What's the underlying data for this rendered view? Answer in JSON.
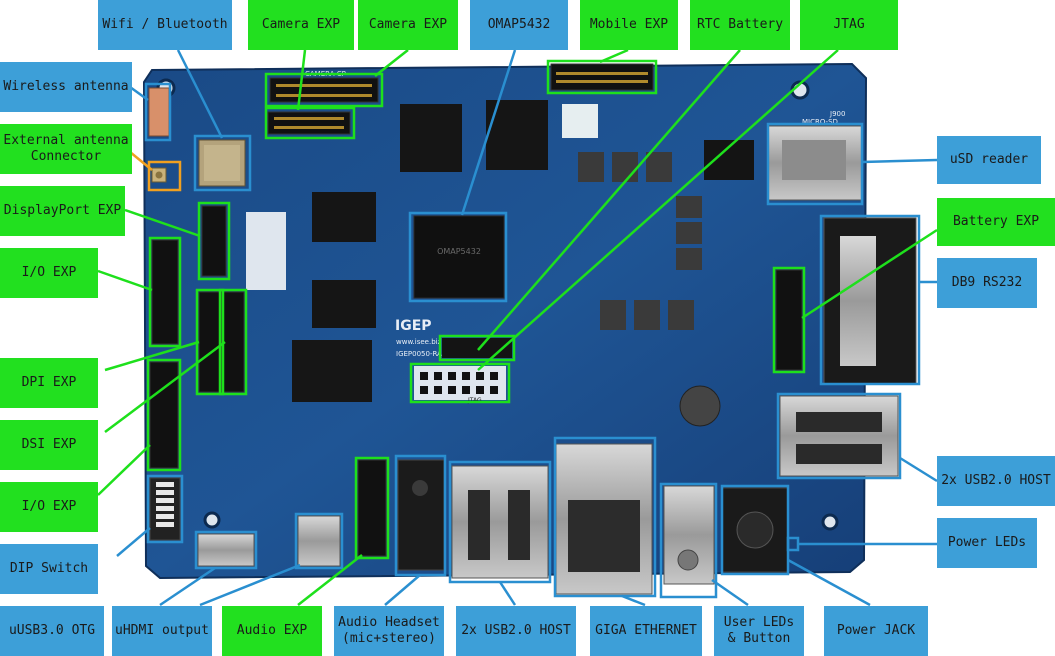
{
  "colors": {
    "callout_blue": "#3d9fd8",
    "callout_green": "#22e01f",
    "leader_blue": "#2a8fd0",
    "leader_green": "#1ee01c",
    "highlight_orange": "#f0a020",
    "pcb_blue": "#1d4f8c"
  },
  "board": {
    "brand": "IGEP",
    "url": "www.isee.biz",
    "model": "IGEP0050-RA",
    "chip_mark": "OMAP5432",
    "jtag_silk": "JTAG",
    "camera_silk": "CAMERA CP",
    "micro_sd_silk": "MICRO-SD",
    "j900_silk": "J900"
  },
  "labels": {
    "wifi_bluetooth": "Wifi / Bluetooth",
    "camera_exp_1": "Camera EXP",
    "camera_exp_2": "Camera EXP",
    "omap5432": "OMAP5432",
    "mobile_exp": "Mobile EXP",
    "rtc_battery": "RTC Battery",
    "jtag": "JTAG",
    "wireless_antenna": "Wireless antenna",
    "external_antenna": "External antenna\nConnector",
    "displayport_exp": "DisplayPort EXP",
    "io_exp_1": "I/O EXP",
    "dpi_exp": "DPI EXP",
    "dsi_exp": "DSI EXP",
    "io_exp_2": "I/O EXP",
    "dip_switch": "DIP Switch",
    "usb3_otg": "uUSB3.0 OTG",
    "uhdmi_output": "uHDMI output",
    "audio_exp": "Audio EXP",
    "audio_headset": "Audio Headset\n(mic+stereo)",
    "usb_host_bottom": "2x USB2.0 HOST",
    "giga_ethernet": "GIGA ETHERNET",
    "user_leds": "User LEDs\n& Button",
    "power_jack": "Power JACK",
    "usd_reader": "uSD reader",
    "battery_exp": "Battery EXP",
    "db9_rs232": "DB9 RS232",
    "usb_host_right": "2x USB2.0 HOST",
    "power_leds": "Power LEDs"
  }
}
